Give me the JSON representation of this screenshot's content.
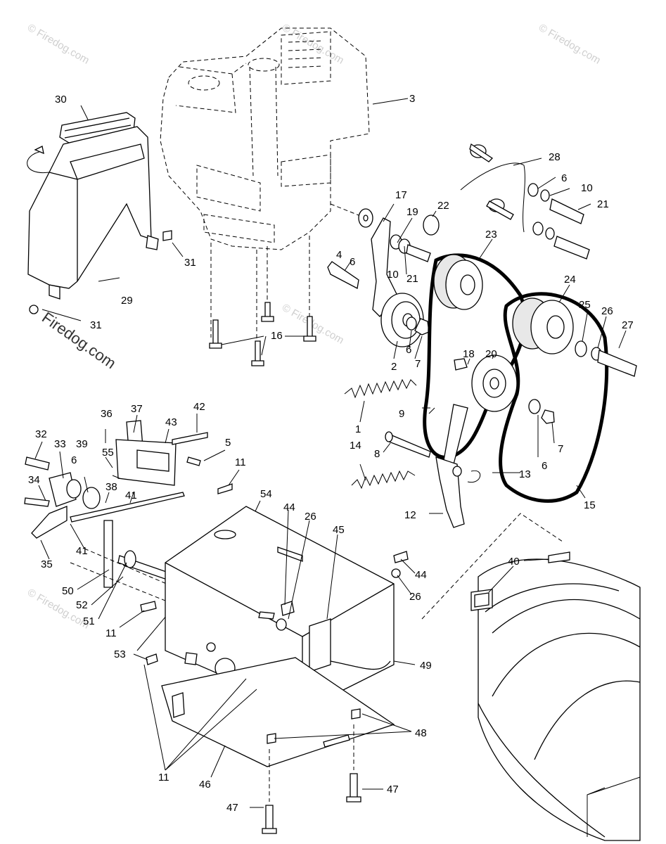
{
  "watermark": {
    "text": "© Firedog.com",
    "main_text": "Firedog.com"
  },
  "callouts": [
    "3",
    "30",
    "29",
    "31",
    "31",
    "16",
    "4",
    "17",
    "19",
    "22",
    "6",
    "10",
    "21",
    "2",
    "6",
    "7",
    "23",
    "28",
    "6",
    "10",
    "21",
    "24",
    "25",
    "26",
    "27",
    "18",
    "20",
    "9",
    "1",
    "14",
    "8",
    "6",
    "7",
    "13",
    "12",
    "15",
    "42",
    "36",
    "37",
    "43",
    "5",
    "11",
    "32",
    "33",
    "39",
    "55",
    "6",
    "38",
    "41",
    "34",
    "41",
    "35",
    "54",
    "44",
    "26",
    "45",
    "44",
    "26",
    "50",
    "52",
    "51",
    "11",
    "53",
    "49",
    "48",
    "11",
    "46",
    "47",
    "47",
    "40"
  ]
}
